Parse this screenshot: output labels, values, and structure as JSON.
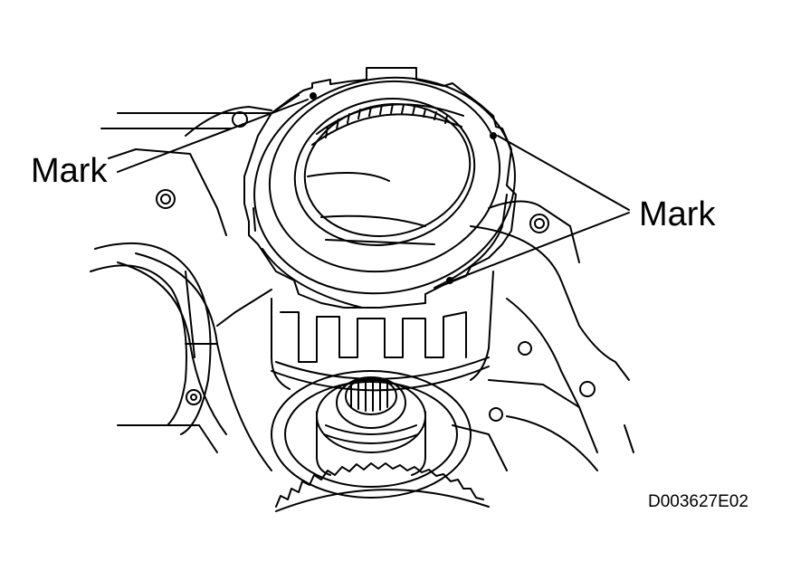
{
  "callouts": {
    "left_label": "Mark",
    "right_label": "Mark"
  },
  "figure_code": "D003627E02",
  "colors": {
    "line": "#000000",
    "background": "#ffffff"
  }
}
